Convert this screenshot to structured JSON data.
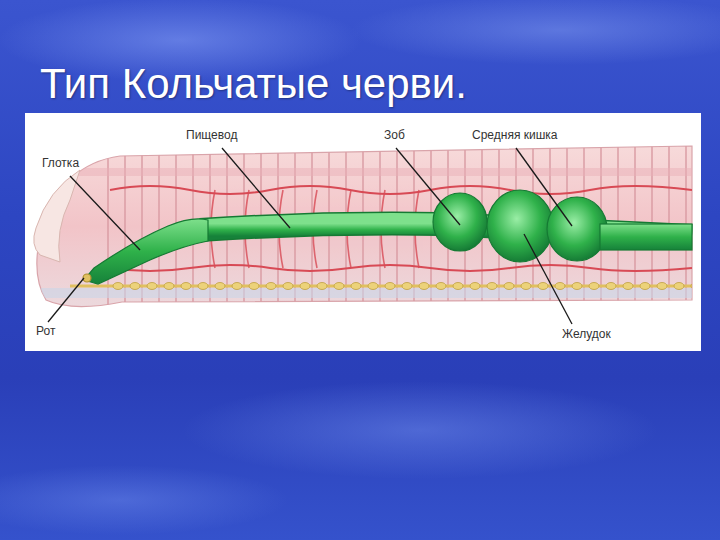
{
  "diagram": {
    "title": "Тип Кольчатые черви.",
    "labels": [
      "Глотка",
      "Пищевод",
      "Зоб",
      "Средняя кишка",
      "Рот",
      "Желудок"
    ]
  }
}
